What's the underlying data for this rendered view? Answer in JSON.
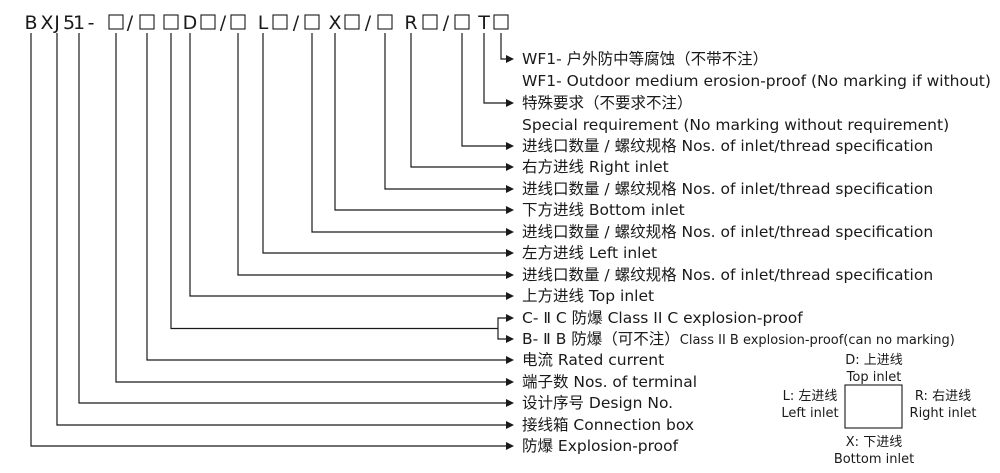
{
  "code": {
    "chars": [
      "B",
      "X",
      "J",
      "5",
      "1",
      "-",
      "□",
      "/",
      "□",
      "□",
      "D",
      "□",
      "/",
      "□",
      "L",
      "□",
      "/",
      "□",
      "X",
      "□",
      "/",
      "□",
      "R",
      "□",
      "/",
      "□",
      "T",
      "□"
    ]
  },
  "labels": [
    "WF1- 户外防中等腐蚀（不带不注）",
    "WF1- Outdoor medium erosion-proof (No marking if without)",
    "特殊要求（不要求不注）",
    "Special requirement (No marking without requirement)",
    "进线口数量 / 螺纹规格 Nos. of inlet/thread specification",
    "右方进线 Right inlet",
    "进线口数量 / 螺纹规格 Nos. of inlet/thread specification",
    "下方进线 Bottom inlet",
    "进线口数量 / 螺纹规格 Nos. of inlet/thread specification",
    "左方进线 Left inlet",
    "进线口数量 / 螺纹规格 Nos. of inlet/thread specification",
    "上方进线 Top inlet",
    "C- Ⅱ C 防爆 Class II C explosion-proof",
    "B- Ⅱ B 防爆（可不注）",
    "电流 Rated current",
    "端子数 Nos. of terminal",
    "设计序号 Design No.",
    "接线箱 Connection box",
    "防爆 Explosion-proof"
  ],
  "label_b_suffix": "Class II B explosion-proof(can no marking)",
  "inlet_box": {
    "top_cn": "D: 上进线",
    "top_en": "Top inlet",
    "left_cn": "L: 左进线",
    "left_en": "Left inlet",
    "right_cn": "R: 右进线",
    "right_en": "Right inlet",
    "bottom_cn": "X: 下进线",
    "bottom_en": "Bottom inlet"
  }
}
